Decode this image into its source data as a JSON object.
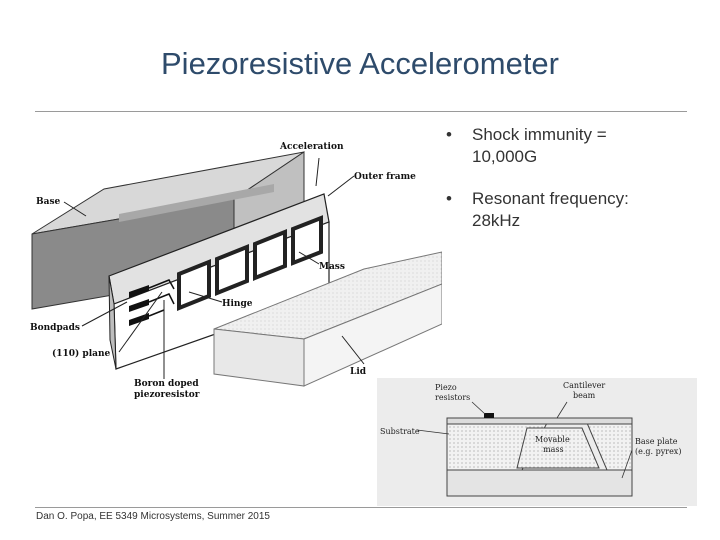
{
  "slide": {
    "title": "Piezoresistive Accelerometer",
    "bullets": [
      {
        "line1": "Shock immunity =",
        "line2": "10,000G"
      },
      {
        "line1": "Resonant frequency:",
        "line2": "28kHz"
      }
    ],
    "footer": "Dan O. Popa, EE 5349 Microsystems, Summer 2015"
  },
  "figure1": {
    "labels": {
      "acceleration": "Acceleration",
      "outer_frame": "Outer frame",
      "base": "Base",
      "mass": "Mass",
      "hinge": "Hinge",
      "bondpads": "Bondpads",
      "plane": "(110) plane",
      "boron1": "Boron doped",
      "boron2": "piezoresistor",
      "lid": "Lid"
    }
  },
  "figure2": {
    "labels": {
      "piezo1": "Piezo",
      "piezo2": "resistors",
      "cantilever1": "Cantilever",
      "cantilever2": "beam",
      "substrate": "Substrate",
      "movable1": "Movable",
      "movable2": "mass",
      "baseplate1": "Base plate",
      "baseplate2": "(e.g. pyrex)"
    }
  }
}
